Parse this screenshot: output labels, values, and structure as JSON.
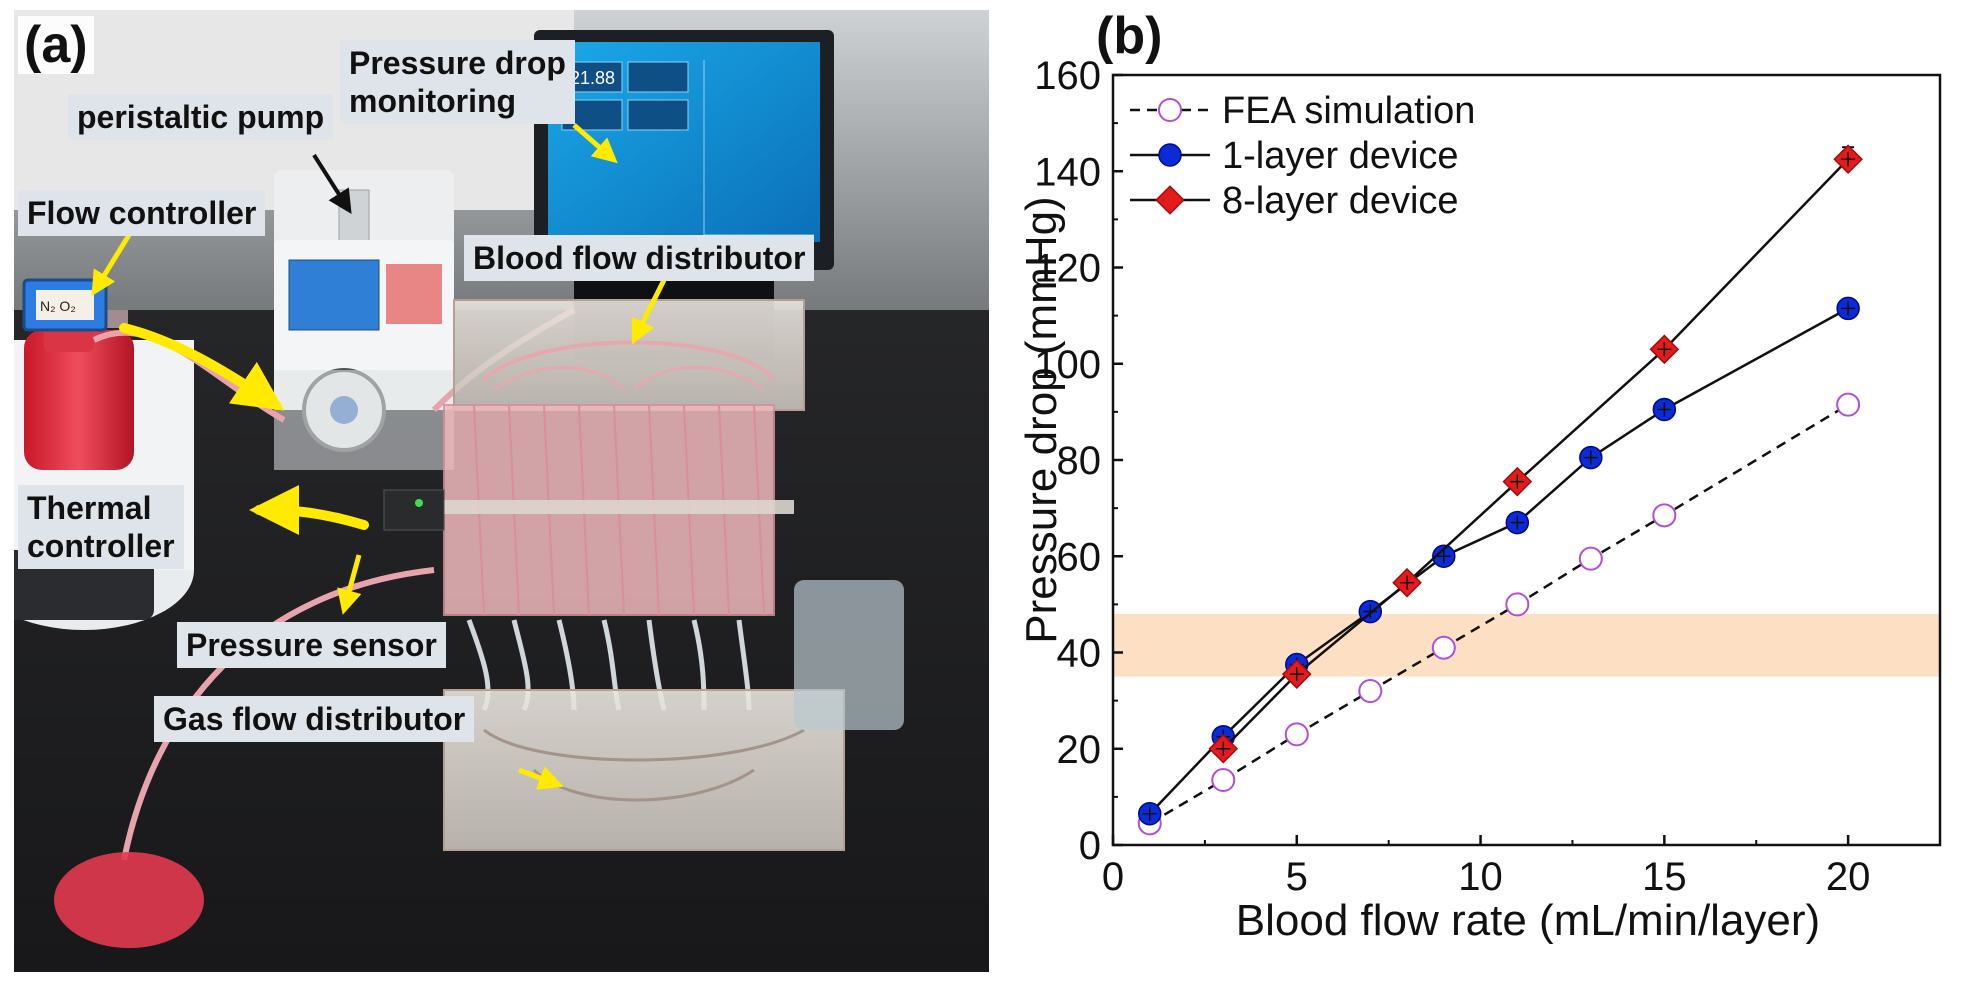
{
  "panel_a": {
    "label": "(a)",
    "callouts": {
      "pressure_drop_monitoring": "Pressure drop\nmonitoring",
      "peristaltic_pump": "peristaltic pump",
      "flow_controller": "Flow controller",
      "blood_flow_distributor": "Blood flow distributor",
      "thermal_controller": "Thermal\ncontroller",
      "pressure_sensor": "Pressure sensor",
      "gas_flow_distributor": "Gas flow distributor"
    },
    "monitor_reading": "21.88",
    "flow_controller_display": "N₂ O₂",
    "arrow_color": "#ffea00"
  },
  "panel_b": {
    "label": "(b)",
    "chart_data": {
      "type": "line",
      "xlabel": "Blood flow rate (mL/min/layer)",
      "ylabel": "Pressure drop (mmHg)",
      "xlim": [
        0,
        22.5
      ],
      "ylim": [
        0,
        160
      ],
      "xticks": [
        0,
        5,
        10,
        15,
        20
      ],
      "yticks": [
        0,
        20,
        40,
        60,
        80,
        100,
        120,
        140,
        160
      ],
      "grid": false,
      "legend_position": "top-left",
      "shaded_band": {
        "y_from": 35,
        "y_to": 48,
        "color": "#fde0c4"
      },
      "series": [
        {
          "name": "FEA simulation",
          "marker": "open-circle",
          "line": "dashed",
          "color": "#b24fd9",
          "x": [
            1,
            3,
            5,
            7,
            9,
            11,
            13,
            15,
            20
          ],
          "y": [
            4.5,
            13.5,
            23,
            32,
            41,
            50,
            59.5,
            68.5,
            91.5
          ]
        },
        {
          "name": "1-layer device",
          "marker": "filled-circle",
          "line": "solid",
          "color": "#0b2bd6",
          "x": [
            1,
            3,
            5,
            7,
            9,
            11,
            13,
            15,
            20
          ],
          "y": [
            6.5,
            22.5,
            37.5,
            48.5,
            60,
            67,
            80.5,
            90.5,
            111.5
          ],
          "error": [
            1,
            1,
            1,
            1,
            1,
            1,
            1,
            1,
            1
          ]
        },
        {
          "name": "8-layer device",
          "marker": "diamond",
          "line": "solid",
          "color": "#e41b1b",
          "x": [
            3,
            5,
            8,
            11,
            15,
            20
          ],
          "y": [
            20,
            35.5,
            54.5,
            75.5,
            103,
            142.5
          ],
          "error": [
            1.5,
            1.5,
            1.5,
            1.5,
            1.5,
            2.5
          ]
        }
      ]
    }
  }
}
